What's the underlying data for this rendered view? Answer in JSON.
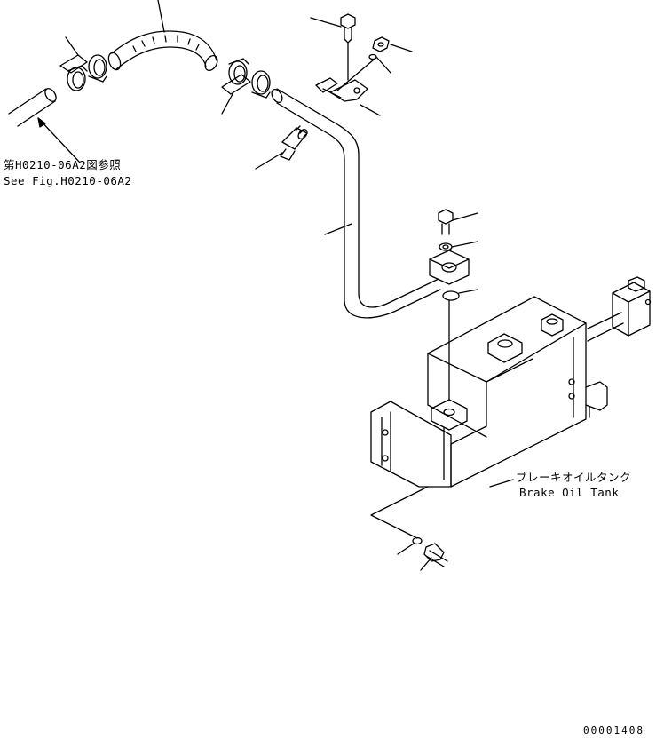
{
  "reference": {
    "jp": "第H0210-06A2図参照",
    "en": "See Fig.H0210-06A2"
  },
  "tank_label": {
    "jp": "ブレーキオイルタンク",
    "en": "Brake Oil Tank"
  },
  "drawing_number": "00001408",
  "colors": {
    "line": "#000000",
    "background": "#ffffff"
  }
}
